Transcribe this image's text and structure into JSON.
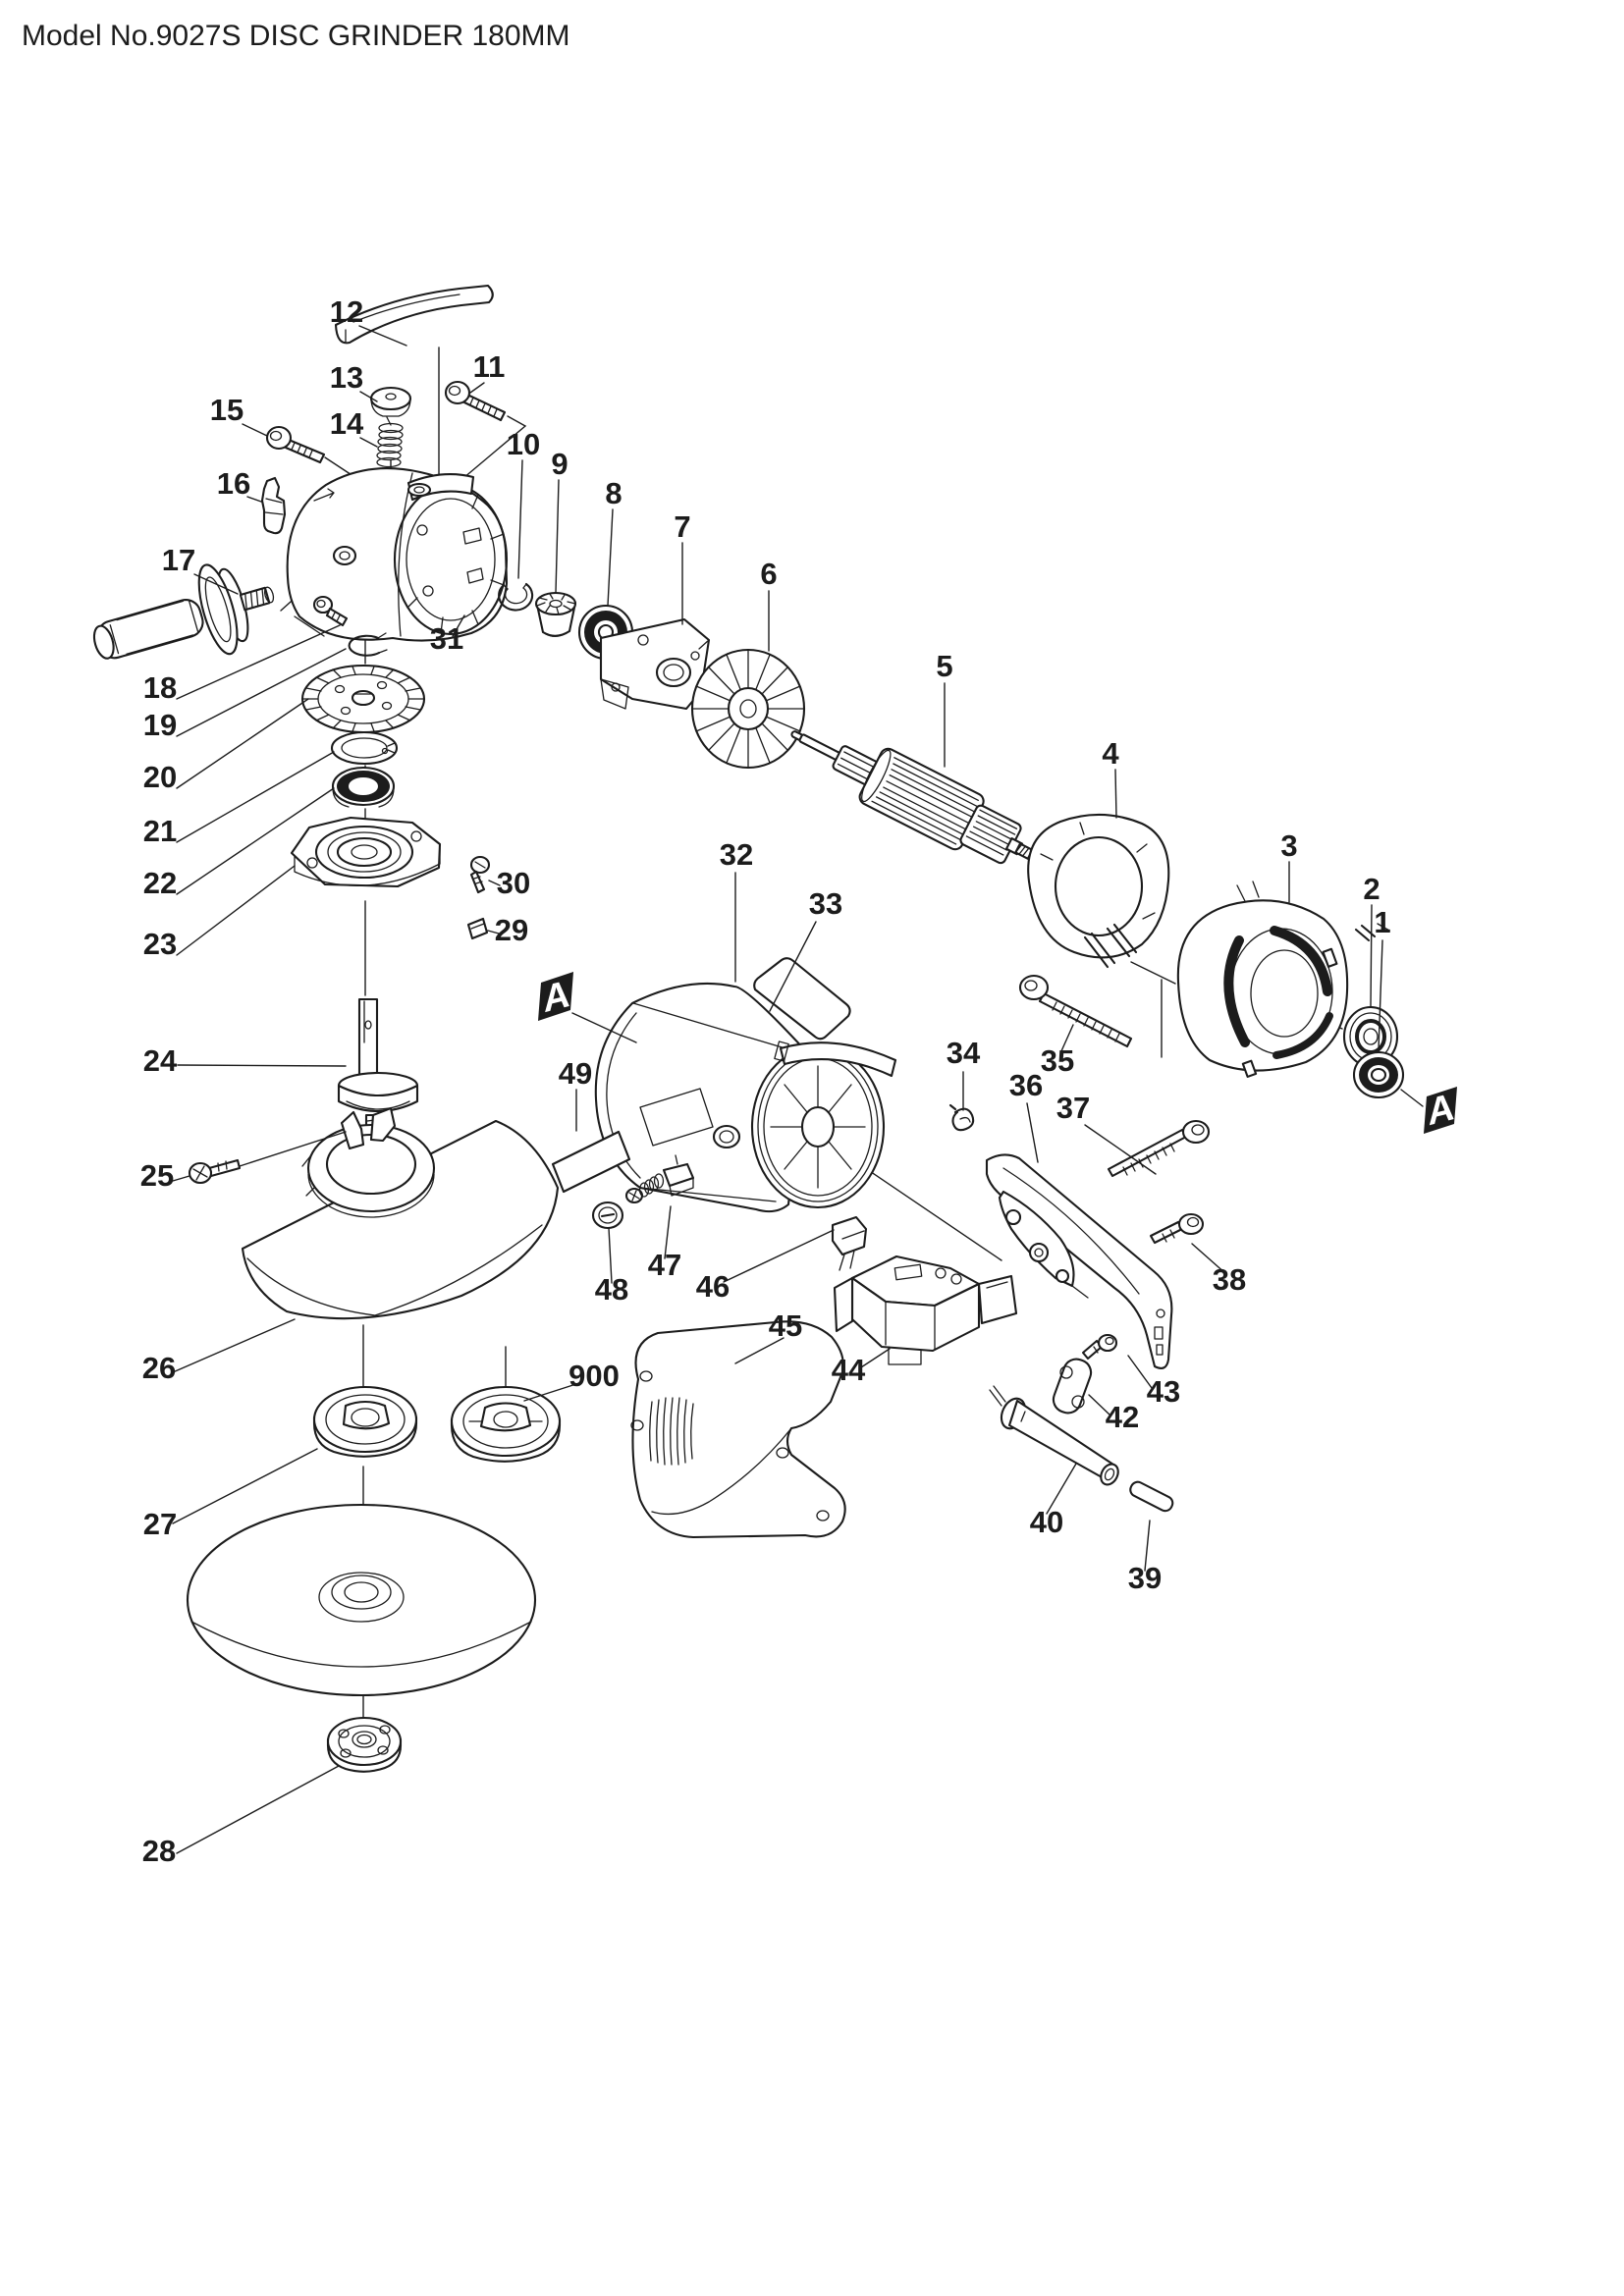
{
  "title": "Model No.9027S DISC GRINDER 180MM",
  "diagram": {
    "kind": "exploded-parts-diagram",
    "model_no": "9027S",
    "product": "DISC GRINDER",
    "disc_size": "180MM",
    "colors": {
      "line": "#1c1c1c",
      "background": "#ffffff",
      "marker_bg": "#000000",
      "marker_text": "#ffffff"
    },
    "section_marker_letter": "A",
    "part_numbers_shown": [
      "1",
      "2",
      "3",
      "4",
      "5",
      "6",
      "7",
      "8",
      "9",
      "10",
      "11",
      "12",
      "13",
      "14",
      "15",
      "16",
      "17",
      "18",
      "19",
      "20",
      "21",
      "22",
      "23",
      "24",
      "25",
      "26",
      "27",
      "28",
      "29",
      "30",
      "31",
      "32",
      "33",
      "34",
      "35",
      "36",
      "37",
      "38",
      "39",
      "40",
      "42",
      "43",
      "44",
      "45",
      "46",
      "47",
      "48",
      "49",
      "900"
    ]
  },
  "labels": {
    "marker": "A",
    "n1": "1",
    "n2": "2",
    "n3": "3",
    "n4": "4",
    "n5": "5",
    "n6": "6",
    "n7": "7",
    "n8": "8",
    "n9": "9",
    "n10": "10",
    "n11": "11",
    "n12": "12",
    "n13": "13",
    "n14": "14",
    "n15": "15",
    "n16": "16",
    "n17": "17",
    "n18": "18",
    "n19": "19",
    "n20": "20",
    "n21": "21",
    "n22": "22",
    "n23": "23",
    "n24": "24",
    "n25": "25",
    "n26": "26",
    "n27": "27",
    "n28": "28",
    "n29": "29",
    "n30": "30",
    "n31": "31",
    "n32": "32",
    "n33": "33",
    "n34": "34",
    "n35": "35",
    "n36": "36",
    "n37": "37",
    "n38": "38",
    "n39": "39",
    "n40": "40",
    "n42": "42",
    "n43": "43",
    "n44": "44",
    "n45": "45",
    "n46": "46",
    "n47": "47",
    "n48": "48",
    "n49": "49",
    "n900": "900"
  }
}
